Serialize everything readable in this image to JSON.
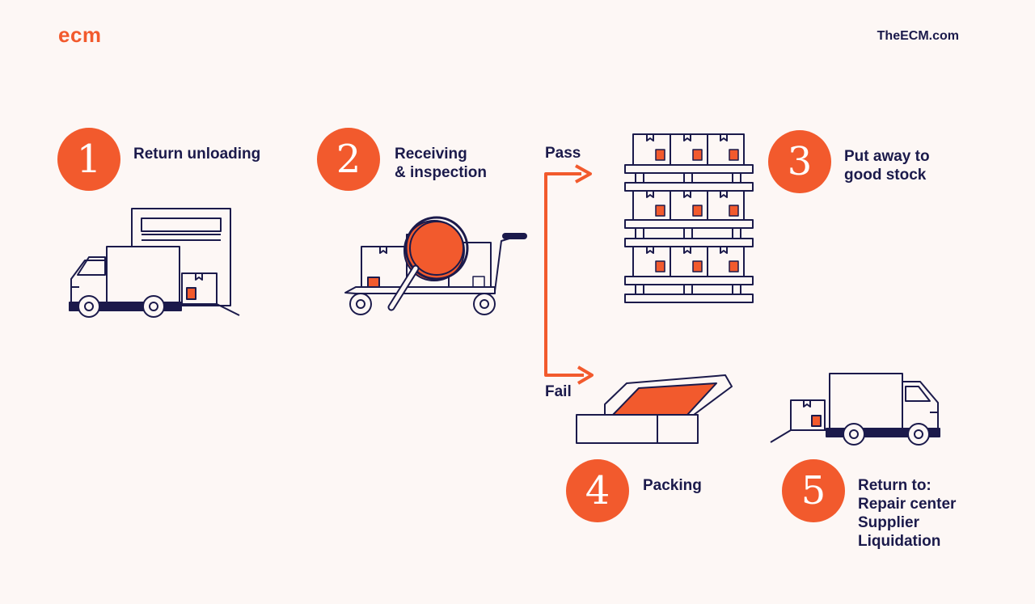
{
  "header": {
    "logo": "ecm",
    "site": "TheECM.com"
  },
  "steps": [
    {
      "number": "1",
      "lines": [
        "Return unloading"
      ]
    },
    {
      "number": "2",
      "lines": [
        "Receiving",
        "& inspection"
      ]
    },
    {
      "number": "3",
      "lines": [
        "Put away to",
        "good stock"
      ]
    },
    {
      "number": "4",
      "lines": [
        "Packing"
      ]
    },
    {
      "number": "5",
      "lines": [
        "Return to:",
        "Repair center",
        "Supplier",
        "Liquidation"
      ]
    }
  ],
  "branches": {
    "pass": "Pass",
    "fail": "Fail"
  },
  "colors": {
    "accent": "#f25a2d",
    "ink": "#1b1a4b",
    "background": "#fdf7f5"
  },
  "icons": [
    "truck-unloading-icon",
    "inspection-cart-icon",
    "pallet-rack-icon",
    "packing-box-icon",
    "truck-departing-icon"
  ]
}
